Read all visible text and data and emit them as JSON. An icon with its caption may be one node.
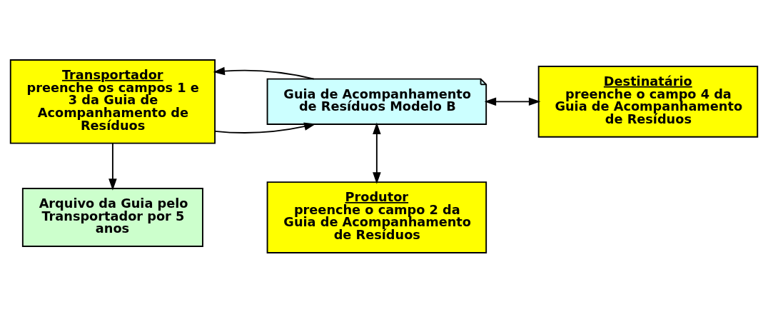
{
  "diagram": {
    "nodes": [
      {
        "text": [
          "Transportador",
          "preenche os campos 1 e 3 da Guia de Acompanhamento de Resíduos"
        ]
      },
      {
        "text": [
          "Guia de Acompanhamento de Resíduos Modelo B"
        ]
      },
      {
        "text": [
          "Destinatário",
          "preenche o campo 4 da Guia de Acompanhamento de Resíduos"
        ]
      },
      {
        "text": [
          "Arquivo da Guia pelo Transportador por 5 anos"
        ]
      },
      {
        "text": [
          "Produtor",
          "preenche o campo 2 da Guia de Acompanhamento de Resíduos"
        ]
      }
    ],
    "edges": [
      {
        "from": 0,
        "to": 1,
        "arrow": "to"
      },
      {
        "from": 1,
        "to": 0,
        "arrow": "to"
      },
      {
        "from": 1,
        "to": 2,
        "arrow": "both"
      },
      {
        "from": 0,
        "to": 3,
        "arrow": "to"
      },
      {
        "from": 1,
        "to": 4,
        "arrow": "both"
      }
    ]
  }
}
